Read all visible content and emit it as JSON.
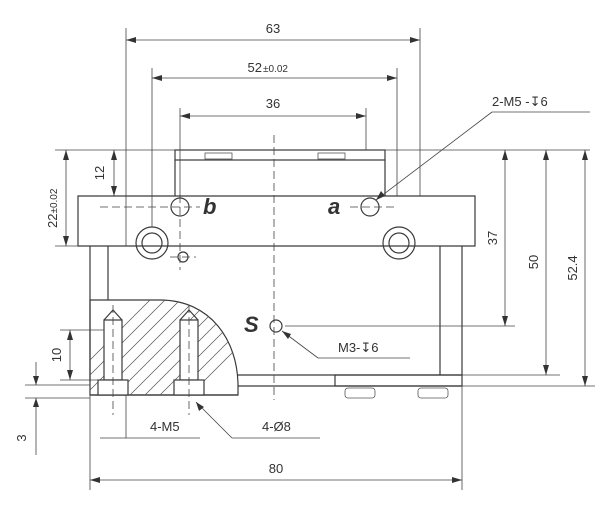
{
  "dimensions": {
    "w63": "63",
    "w52_main": "52",
    "w52_tol": "±0.02",
    "w36": "36",
    "w80": "80",
    "h12": "12",
    "h22_main": "22",
    "h22_tol": "±0.02",
    "h37": "37",
    "h50": "50",
    "h52_4": "52.4",
    "h10": "10",
    "h3": "3"
  },
  "callouts": {
    "m5_top": "2-M5 -",
    "m5_top_depth": "↧6",
    "m3": "M3-",
    "m3_depth": "↧6",
    "m5_bottom": "4-M5",
    "dia8": "4-Ø8"
  },
  "points": {
    "a": "a",
    "b": "b",
    "s": "S"
  },
  "colors": {
    "line": "#3a3a3a",
    "text": "#333333",
    "background": "#ffffff"
  }
}
